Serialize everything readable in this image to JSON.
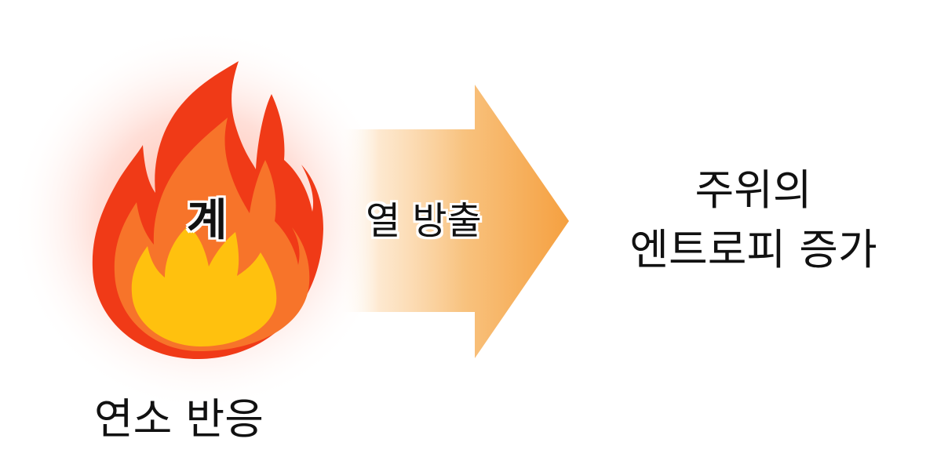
{
  "labels": {
    "system": "계",
    "heat_release": "열 방출",
    "entropy_line1": "주위의",
    "entropy_line2": "엔트로피 증가",
    "combustion": "연소 반응"
  },
  "icons": {
    "flame": "fire-icon",
    "arrow": "right-arrow-icon"
  },
  "colors": {
    "flame_outer": "#f03a17",
    "flame_middle": "#f7742a",
    "flame_inner": "#ffc10e",
    "glow": "#ffb8a8",
    "arrow_solid": "#f5a040",
    "text": "#111111"
  }
}
